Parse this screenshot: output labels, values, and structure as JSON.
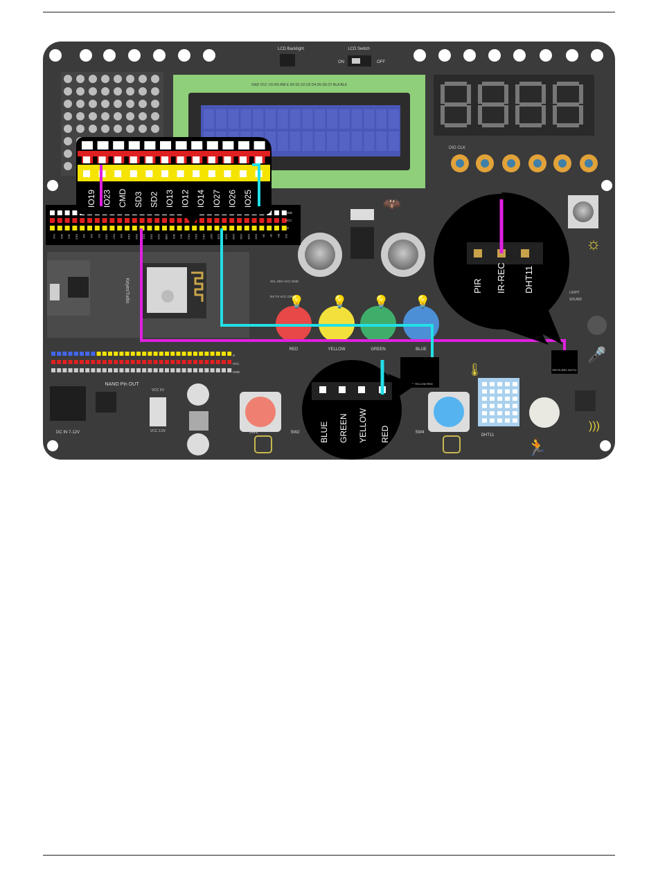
{
  "board": {
    "top_labels": {
      "lcd_backlight": "LCD Backlight",
      "lcd_switch": "LCD Switch",
      "on": "ON",
      "off": "OFF"
    },
    "lcd_pin_strip": "GND VCC VO RS RW E D0 D1 D2 D3 D4 D5 D6 D7 BLA BLK",
    "digit_label": "DIO CLK",
    "callout_pins": [
      "IO19",
      "IO23",
      "CMD",
      "SD3",
      "SD2",
      "IO13",
      "IO12",
      "IO14",
      "IO27",
      "IO26",
      "IO25"
    ],
    "header_side": [
      "GND",
      "VCC",
      "S"
    ],
    "header_pins": [
      "CLK",
      "SD0",
      "SD1",
      "IO15",
      "IO2",
      "IO0",
      "IO4",
      "IO16",
      "IO17",
      "IO5",
      "IO18",
      "IO19",
      "IO21",
      "IO22",
      "IO23",
      "CMD",
      "SD3",
      "SD2",
      "IO13",
      "IO12",
      "IO14",
      "IO27",
      "IO26",
      "IO25",
      "IO33",
      "IO32",
      "IO35",
      "IO34",
      "SN",
      "SP",
      "EN",
      "3V3"
    ],
    "sensor_callout_pins": [
      "PIR",
      "IR-REC",
      "DHT11"
    ],
    "led_callout_pins": [
      "BLUE",
      "GREEN",
      "YELLOW",
      "RED"
    ],
    "led_names": [
      "RED",
      "YELLOW",
      "GREEN",
      "BLUE"
    ],
    "bottom_header_side": [
      "S",
      "VCC",
      "GND"
    ],
    "brand": "KeyesTudio",
    "i2c_label": "SCL SDA VCC GND",
    "uart_label": "RX TX VCC GND",
    "small_labels": {
      "nano_pin_out": "NANO Pin OUT",
      "dc_in": "DC IN 7-12V",
      "sw1": "SW1",
      "sw2": "SW2",
      "sw4": "SW4",
      "dht11": "DHT11",
      "vcc": "VCC 5V",
      "vcc3": "VCC 3.3V",
      "light": "LIGHT",
      "sound": "SOUND"
    },
    "small_pir_header": "PIR IR-REC DHT11",
    "small_led_header": "BLUE YELLOW RED"
  },
  "colors": {
    "board": "#3b3b3b",
    "callout": "#000000",
    "magenta": "#e020e0",
    "cyan": "#22e0e6",
    "red": "#e02020",
    "yellow": "#f5e400",
    "lcd": "#8fcf7a",
    "led_red": "#e84848",
    "led_yellow": "#f2e13a",
    "led_green": "#3fae6b",
    "led_blue": "#4c8fd6"
  }
}
